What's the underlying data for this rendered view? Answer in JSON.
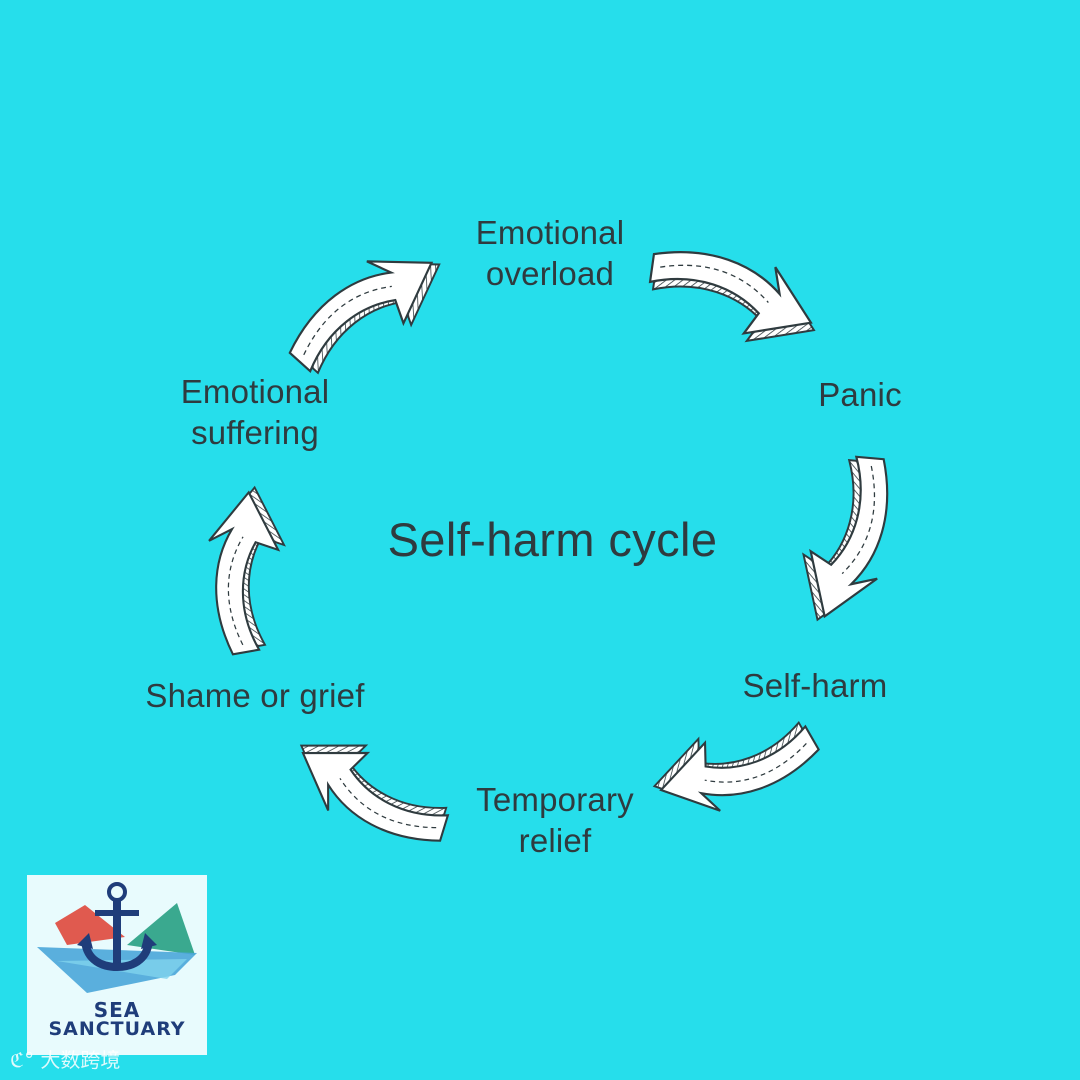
{
  "diagram": {
    "title": "Self-harm cycle",
    "stages": [
      "Emotional\noverload",
      "Panic",
      "Self-harm",
      "Temporary\nrelief",
      "Shame or grief",
      "Emotional\nsuffering"
    ]
  },
  "logo": {
    "line1": "SEA",
    "line2": "SANCTUARY"
  },
  "watermark": "大数跨境",
  "colors": {
    "background": "#26deeb",
    "text": "#2f3b3f",
    "arrow_fill": "#ffffff",
    "arrow_stroke": "#2f3b3f",
    "logo_navy": "#1f3d7a",
    "logo_red": "#e05a4f",
    "logo_teal": "#3aa98f",
    "logo_blue": "#4aa6d9"
  }
}
